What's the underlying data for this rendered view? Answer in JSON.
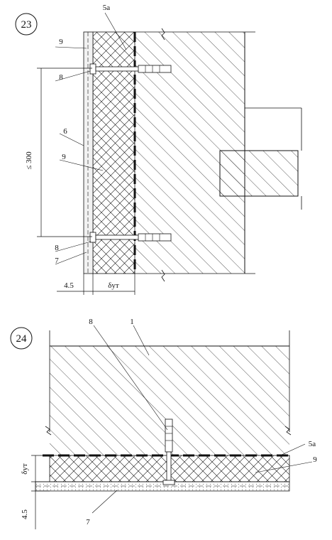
{
  "figures": [
    {
      "number": "23",
      "labels": {
        "l5a": "5а",
        "l9top": "9",
        "l8top": "8",
        "l6": "6",
        "l9mid": "9",
        "l8bot": "8",
        "l7": "7"
      },
      "dimensions": {
        "spacing": "≤ 300",
        "plaster": "4.5",
        "insulation": "δут"
      }
    },
    {
      "number": "24",
      "labels": {
        "l8": "8",
        "l1": "1",
        "l5a": "5а",
        "l9": "9",
        "l7": "7"
      },
      "dimensions": {
        "insulation": "δут",
        "plaster": "4.5"
      }
    }
  ],
  "colors": {
    "ink": "#111111",
    "background": "#ffffff",
    "render_fill": "#f2f2f2"
  }
}
